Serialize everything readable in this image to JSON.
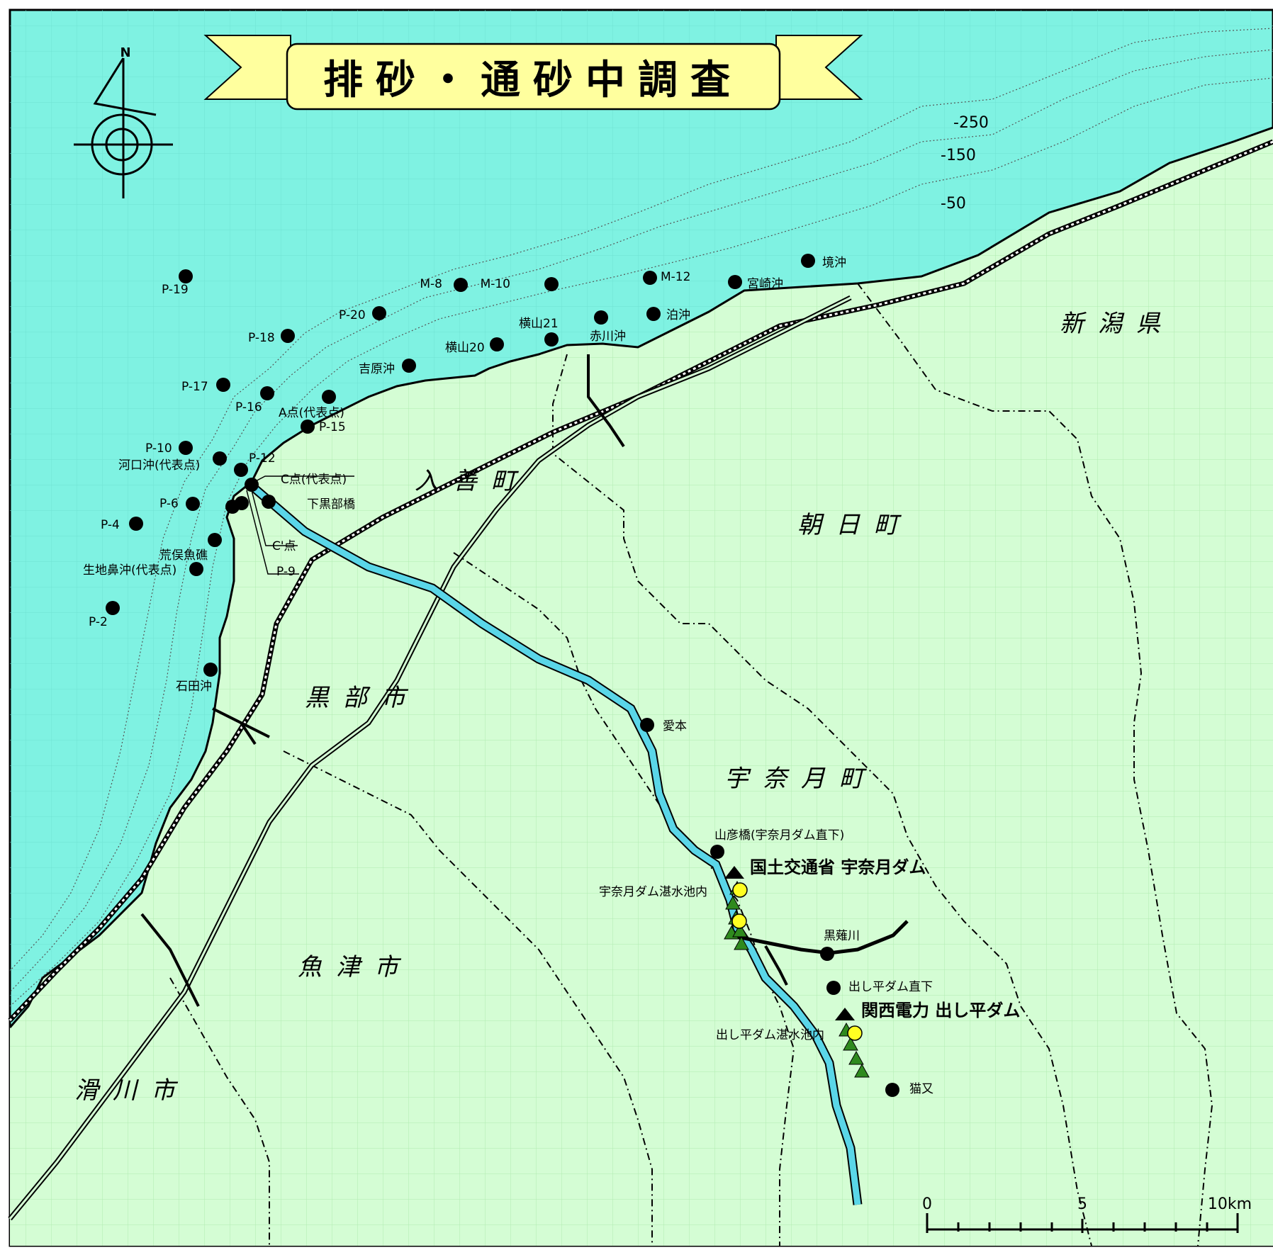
{
  "title": "排砂・通砂中調査",
  "colors": {
    "sea": "#7ff2e2",
    "land": "#d4fdd4",
    "ribbon": "#ffff9e",
    "river": "#5ad6e8",
    "triangle": "#2f8a1e",
    "yellow_point": "#ffff22"
  },
  "compass": {
    "north_label": "N"
  },
  "contours": [
    "-250",
    "-150",
    "-50"
  ],
  "municipalities": [
    "新潟県",
    "入善町",
    "朝日町",
    "黒部市",
    "宇奈月町",
    "魚津市",
    "滑川市"
  ],
  "dams": [
    {
      "label": "国土交通省 宇奈月ダム"
    },
    {
      "label": "関西電力 出し平ダム"
    }
  ],
  "sea_points": [
    "P-19",
    "M-8",
    "M-10",
    "M-12",
    "境沖",
    "宮崎沖",
    "P-20",
    "P-18",
    "泊沖",
    "横山21",
    "赤川沖",
    "横山20",
    "吉原沖",
    "P-17",
    "P-16",
    "A点(代表点)",
    "P-15",
    "P-10",
    "河口沖(代表点)",
    "P-12",
    "C点(代表点)",
    "P-6",
    "下黒部橋",
    "P-4",
    "C'点",
    "荒俣魚礁",
    "P-9",
    "生地鼻沖(代表点)",
    "P-2",
    "石田沖"
  ],
  "river_points": [
    "愛本",
    "山彦橋(宇奈月ダム直下)",
    "宇奈月ダム湛水池内",
    "黒薙川",
    "出し平ダム直下",
    "出し平ダム湛水池内",
    "猫又"
  ],
  "scale": {
    "labels": [
      "0",
      "5",
      "10km"
    ]
  }
}
